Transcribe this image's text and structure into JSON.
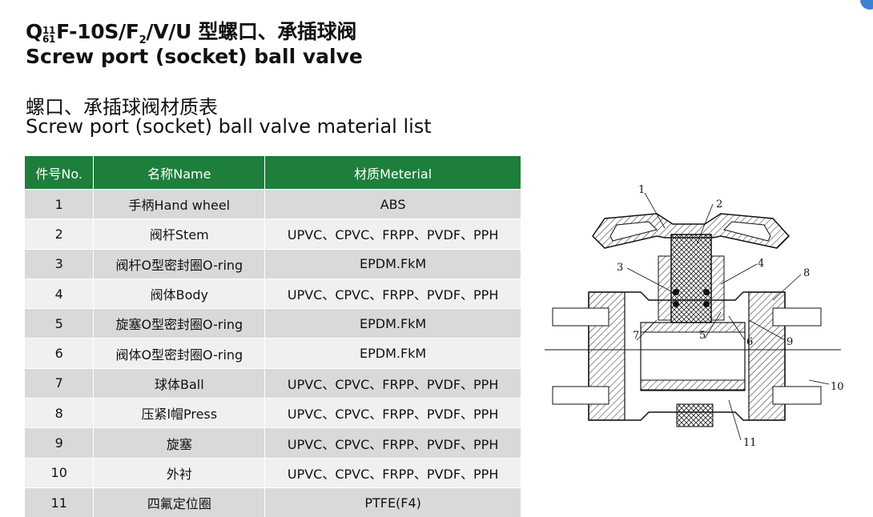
{
  "header": {
    "model_prefix": "Q",
    "model_sup": "11",
    "model_sub": "61",
    "model_rest": "F-10S/F",
    "model_f_sub": "2",
    "model_tail": "/V/U 型螺口、承插球阀",
    "title_en": "Screw port (socket) ball valve",
    "subtitle_cn": "螺口、承插球阀材质表",
    "subtitle_en": "Screw port (socket) ball valve  material list"
  },
  "table": {
    "headers": [
      "件号No.",
      "名称Name",
      "材质Meterial"
    ],
    "rows": [
      {
        "no": "1",
        "name": "手柄Hand wheel",
        "material": "ABS"
      },
      {
        "no": "2",
        "name": "阀杆Stem",
        "material": "UPVC、CPVC、FRPP、PVDF、PPH"
      },
      {
        "no": "3",
        "name": "阀杆O型密封圈O-ring",
        "material": "EPDM.FkM"
      },
      {
        "no": "4",
        "name": "阀体Body",
        "material": "UPVC、CPVC、FRPP、PVDF、PPH"
      },
      {
        "no": "5",
        "name": "旋塞O型密封圈O-ring",
        "material": "EPDM.FkM"
      },
      {
        "no": "6",
        "name": "阀体O型密封圈O-ring",
        "material": "EPDM.FkM"
      },
      {
        "no": "7",
        "name": "球体Ball",
        "material": "UPVC、CPVC、FRPP、PVDF、PPH"
      },
      {
        "no": "8",
        "name": "压紧l帽Press",
        "material": "UPVC、CPVC、FRPP、PVDF、PPH"
      },
      {
        "no": "9",
        "name": "旋塞",
        "material": "UPVC、CPVC、FRPP、PVDF、PPH"
      },
      {
        "no": "10",
        "name": "外衬",
        "material": "UPVC、CPVC、FRPP、PVDF、PPH"
      },
      {
        "no": "11",
        "name": "四氟定位圈",
        "material": "PTFE(F4)"
      }
    ]
  },
  "diagram": {
    "callouts": [
      "1",
      "2",
      "3",
      "4",
      "5",
      "6",
      "7",
      "8",
      "9",
      "10",
      "11"
    ]
  },
  "colors": {
    "header_green": "#1e7e3b",
    "row_odd": "#d9d9d9",
    "row_even": "#f0f0f0"
  }
}
